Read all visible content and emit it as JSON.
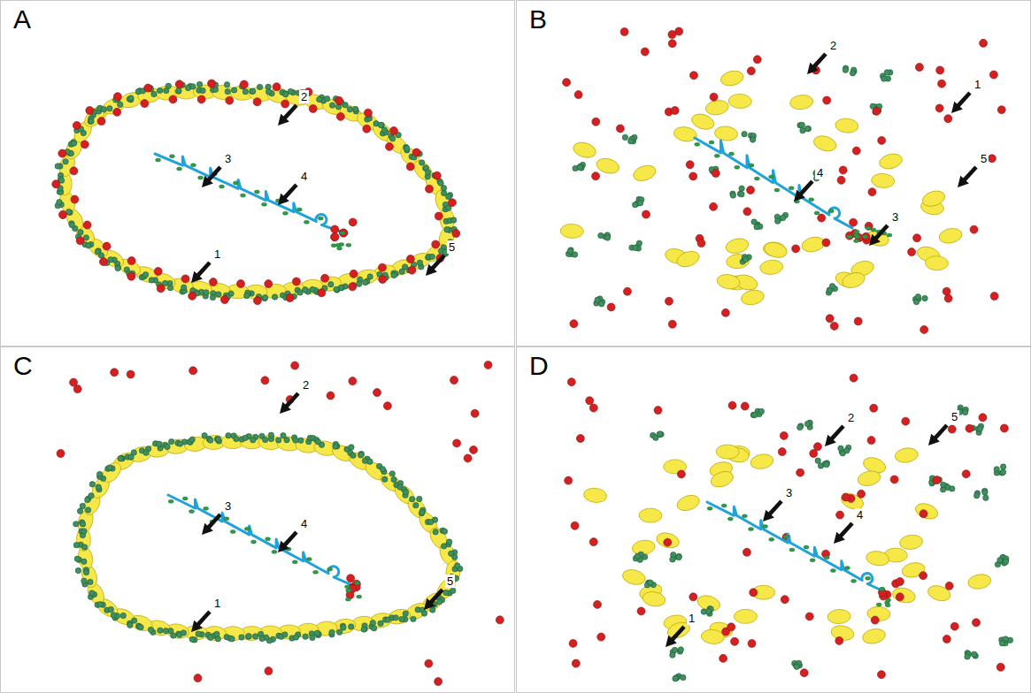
{
  "diagram": {
    "nodes": [
      {
        "text": [
          "A"
        ]
      },
      {
        "text": [
          "B"
        ]
      },
      {
        "text": [
          "C"
        ]
      },
      {
        "text": [
          "D"
        ]
      }
    ],
    "labels": [
      "1",
      "2",
      "3",
      "4",
      "5",
      "1",
      "2",
      "3",
      "4",
      "5",
      "1",
      "2",
      "3",
      "4",
      "5",
      "1",
      "2",
      "3",
      "4",
      "5"
    ]
  }
}
